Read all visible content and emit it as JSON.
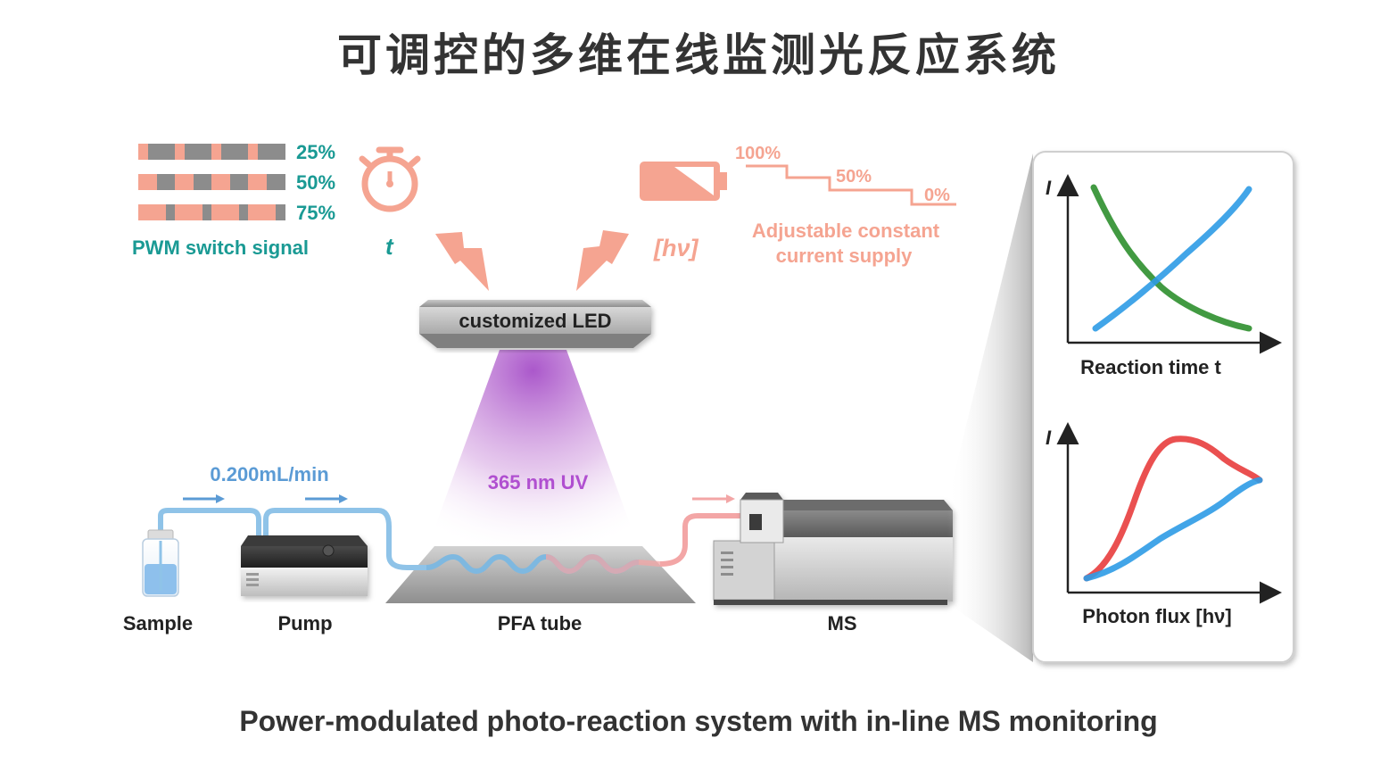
{
  "title": "可调控的多维在线监测光反应系统",
  "caption": "Power-modulated photo-reaction system with in-line MS monitoring",
  "pwm": {
    "levels": [
      "25%",
      "50%",
      "75%"
    ],
    "label": "PWM switch signal",
    "time_symbol": "t"
  },
  "supply": {
    "steps": [
      "100%",
      "50%",
      "0%"
    ],
    "symbol": "[hν]",
    "label_line1": "Adjustable constant",
    "label_line2": "current supply"
  },
  "led": {
    "label": "customized LED",
    "wavelength": "365 nm UV"
  },
  "flow": {
    "rate": "0.200mL/min"
  },
  "components": {
    "sample": "Sample",
    "pump": "Pump",
    "tube": "PFA tube",
    "ms": "MS"
  },
  "plot_time": {
    "ylabel": "I",
    "xlabel": "Reaction time t"
  },
  "plot_flux": {
    "ylabel": "I",
    "xlabel": "Photon flux [hν]"
  },
  "colors": {
    "teal": "#1a9a94",
    "salmon": "#f5a491",
    "violet": "#b04fd0",
    "flow_blue": "#5b9bd5",
    "green": "#2d8f2d",
    "blue": "#2e9be6",
    "red": "#e83d3d",
    "text_dark": "#333333"
  }
}
